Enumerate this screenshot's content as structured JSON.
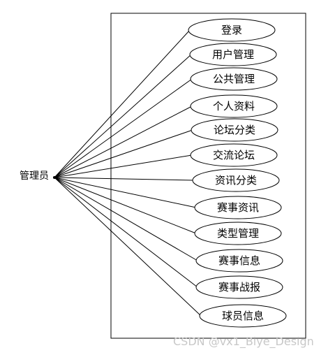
{
  "actor": {
    "label": "管理员"
  },
  "use_cases": [
    {
      "label": "登录"
    },
    {
      "label": "用户管理"
    },
    {
      "label": "公共管理"
    },
    {
      "label": "个人资料"
    },
    {
      "label": "论坛分类"
    },
    {
      "label": "交流论坛"
    },
    {
      "label": "资讯分类"
    },
    {
      "label": "赛事资讯"
    },
    {
      "label": "类型管理"
    },
    {
      "label": "赛事信息"
    },
    {
      "label": "赛事战报"
    },
    {
      "label": "球员信息"
    }
  ],
  "watermark": "CSDN @vx1_Biye_Design",
  "colors": {
    "line": "#000000",
    "ellipse_fill": "#ffffff",
    "watermark": "#c8c8c8"
  }
}
